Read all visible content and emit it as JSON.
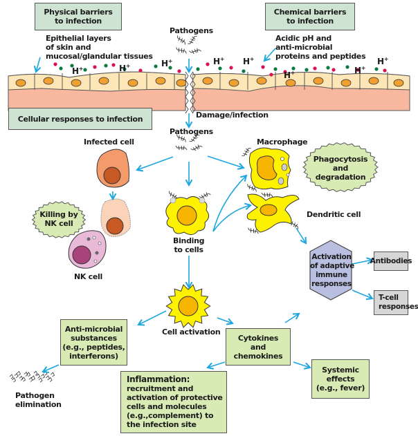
{
  "diagram": {
    "title_boxes": {
      "physical": [
        "Physical barriers",
        "to infection"
      ],
      "chemical": [
        "Chemical barriers",
        "to infection"
      ],
      "cellular": "Cellular responses to infection"
    },
    "labels": {
      "epithelial": [
        "Epithelial layers",
        "of skin and",
        "mucosal/glandular tissues"
      ],
      "acidic": [
        "Acidic pH and",
        "anti-microbial",
        "proteins and peptides"
      ],
      "pathogens_top": "Pathogens",
      "damage": "Damage/infection",
      "pathogens_mid": "Pathogens",
      "infected_cell": "Infected cell",
      "macrophage": "Macrophage",
      "dendritic_cell": "Dendritic cell",
      "binding": [
        "Binding",
        "to cells"
      ],
      "nk_cell": "NK cell",
      "cell_activation": "Cell activation",
      "pathogen_elimination": [
        "Pathogen",
        "elimination"
      ],
      "h_plus": "H",
      "plus": "+"
    },
    "bursts": {
      "killing": [
        "Killing by",
        "NK cell"
      ],
      "phagocytosis": [
        "Phagocytosis",
        "and",
        "degradation"
      ]
    },
    "hexagon": [
      "Activation",
      "of adaptive",
      "immune",
      "responses"
    ],
    "outcomes": {
      "antibodies": "Antibodies",
      "tcell": [
        "T-cell",
        "responses"
      ]
    },
    "green_boxes": {
      "antimicrobial": [
        "Anti-microbial",
        "substances",
        "(e.g., peptides,",
        "interferons)"
      ],
      "cytokines": [
        "Cytokines",
        "and",
        "chemokines"
      ],
      "systemic": [
        "Systemic",
        "effects",
        "(e.g., fever)"
      ],
      "inflammation": [
        "Inflammation:",
        "recruitment and",
        "activation of protective",
        "cells and molecules",
        "(e.g.,complement) to",
        "the infection site"
      ]
    },
    "colors": {
      "arrow": "#1ba6df",
      "epithelium": "#fde6b8",
      "tissue": "#f8b8a0",
      "nucleus": "#f0a030",
      "teal_box": "#cfe3d3",
      "green_box": "#d8ebb5",
      "grey_box": "#d6d6d6",
      "hexagon": "#b8bfe0",
      "yellow_cell": "#fff200",
      "infected_cell": "#f59a6a",
      "nk_cell": "#e9b9d8",
      "red_dot": "#d8124e",
      "green_dot": "#0d7a3e"
    }
  }
}
